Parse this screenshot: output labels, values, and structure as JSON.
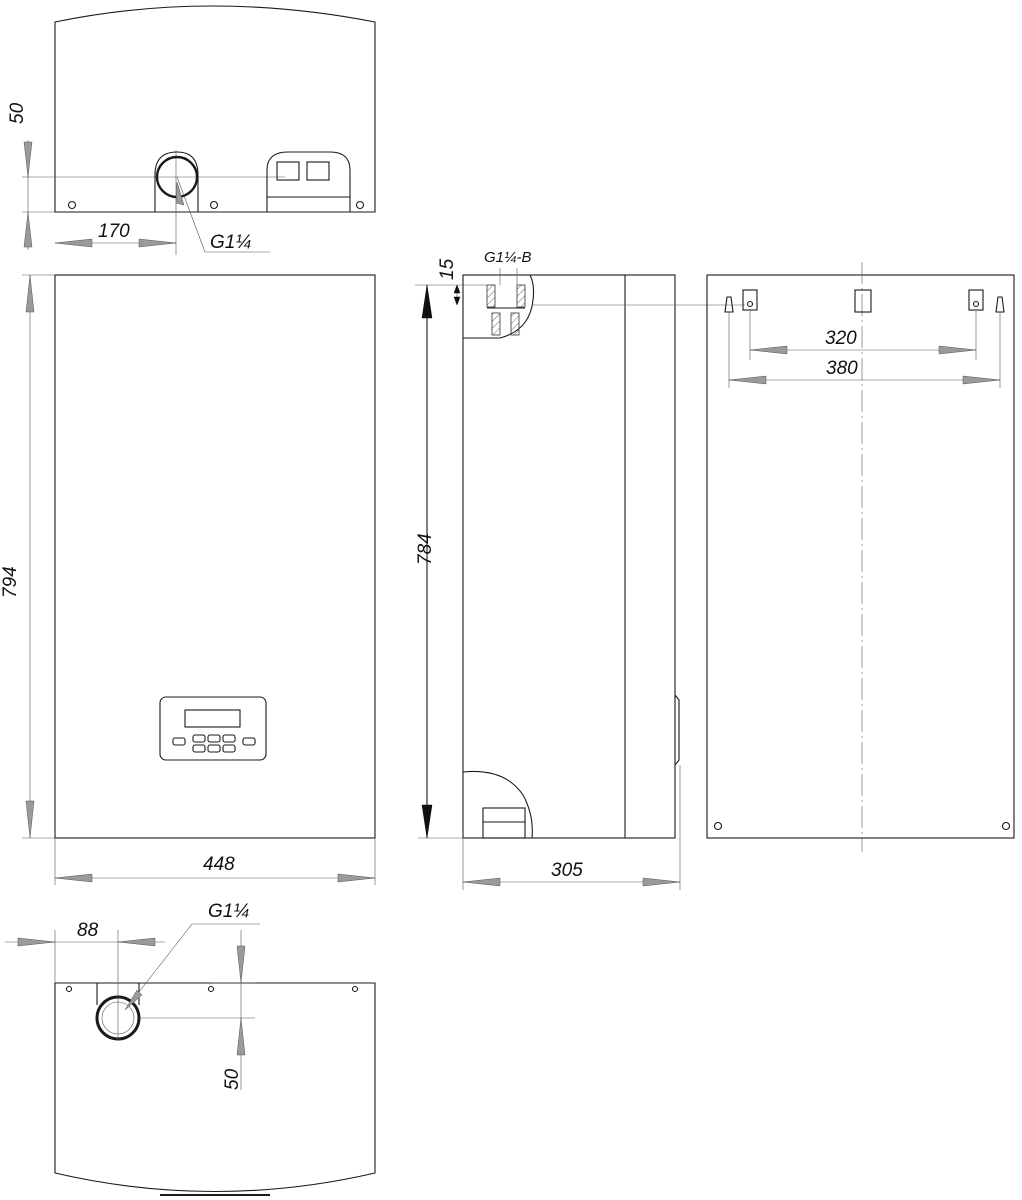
{
  "dimensions": {
    "top_height_offset": "50",
    "top_pipe_offset": "170",
    "top_thread": "G1¼",
    "front_height": "794",
    "front_width": "448",
    "side_top_offset": "15",
    "side_thread": "G1¼-B",
    "side_height": "784",
    "side_depth": "305",
    "mount_inner": "320",
    "mount_outer": "380",
    "bottom_pipe_offset": "88",
    "bottom_thread": "G1¼",
    "bottom_height_offset": "50"
  },
  "colors": {
    "line": "#1a1a1a",
    "arrow": "#9a9a9a",
    "background": "#ffffff"
  }
}
